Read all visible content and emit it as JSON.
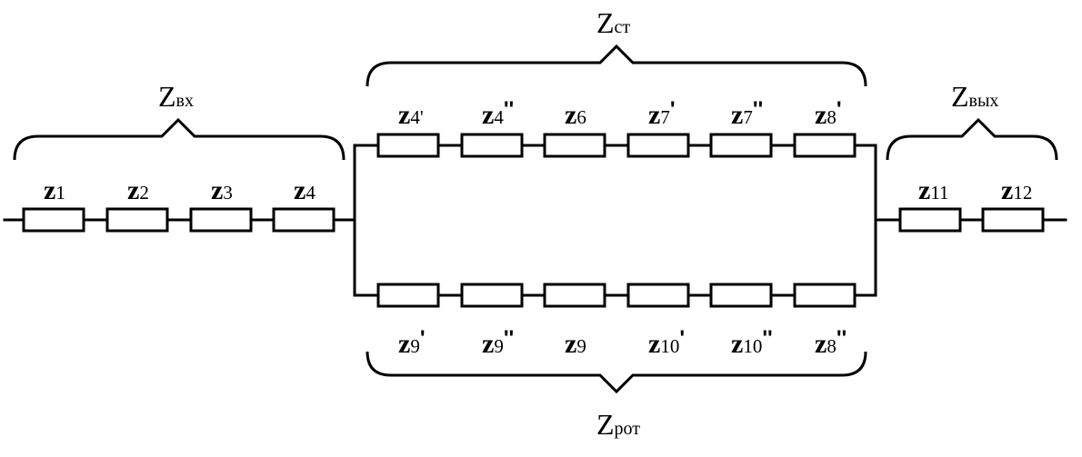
{
  "groups": {
    "input": {
      "letter": "Z",
      "sub": "вх"
    },
    "stator": {
      "letter": "Z",
      "sub": "ст"
    },
    "rotor": {
      "letter": "Z",
      "sub": "рот"
    },
    "output": {
      "letter": "Z",
      "sub": "вых"
    }
  },
  "input_chain": [
    {
      "letter": "z",
      "sub": "1",
      "mark": ""
    },
    {
      "letter": "z",
      "sub": "2",
      "mark": ""
    },
    {
      "letter": "z",
      "sub": "3",
      "mark": ""
    },
    {
      "letter": "z",
      "sub": "4",
      "mark": ""
    }
  ],
  "stator_branch": [
    {
      "letter": "z",
      "sub": "4'",
      "mark": ""
    },
    {
      "letter": "z",
      "sub": "4",
      "mark": "''"
    },
    {
      "letter": "z",
      "sub": "6",
      "mark": ""
    },
    {
      "letter": "z",
      "sub": "7",
      "mark": "'"
    },
    {
      "letter": "z",
      "sub": "7",
      "mark": "''"
    },
    {
      "letter": "z",
      "sub": "8",
      "mark": "'"
    }
  ],
  "rotor_branch": [
    {
      "letter": "z",
      "sub": "9",
      "mark": "'"
    },
    {
      "letter": "z",
      "sub": "9",
      "mark": "''"
    },
    {
      "letter": "z",
      "sub": "9",
      "mark": ""
    },
    {
      "letter": "z",
      "sub": "10",
      "mark": "'"
    },
    {
      "letter": "z",
      "sub": "10",
      "mark": "''"
    },
    {
      "letter": "z",
      "sub": "8",
      "mark": "''"
    }
  ],
  "output_chain": [
    {
      "letter": "z",
      "sub": "11",
      "mark": ""
    },
    {
      "letter": "z",
      "sub": "12",
      "mark": ""
    }
  ]
}
